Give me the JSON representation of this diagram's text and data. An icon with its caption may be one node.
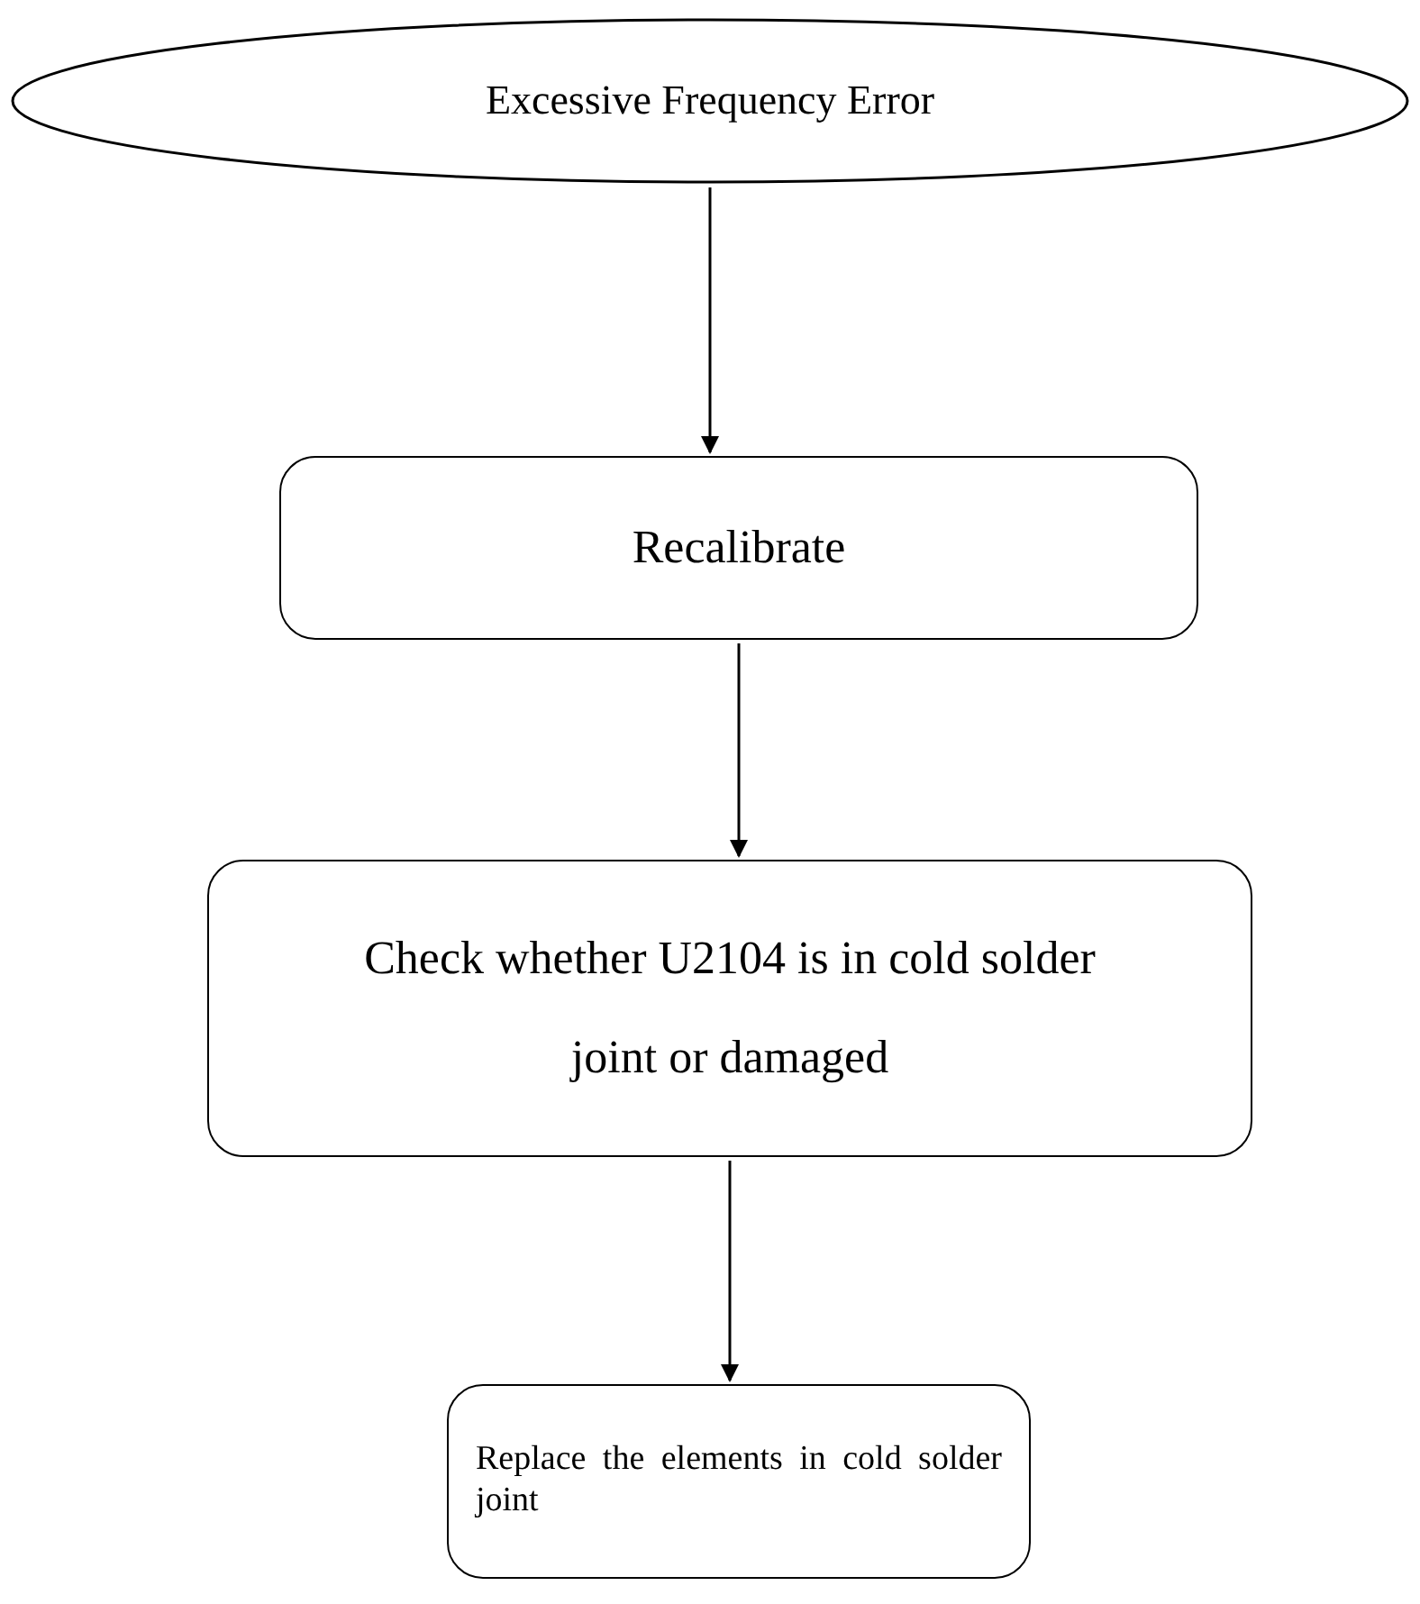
{
  "diagram": {
    "nodes": [
      {
        "text": [
          "Excessive Frequency Error"
        ]
      },
      {
        "text": [
          "Recalibrate"
        ]
      },
      {
        "text": [
          "Check whether U2104 is in cold solder joint or damaged"
        ]
      },
      {
        "text": [
          "Replace the elements in cold solder joint"
        ]
      }
    ],
    "edges": [
      {
        "from": 0,
        "to": 1,
        "arrow": "to"
      },
      {
        "from": 1,
        "to": 2,
        "arrow": "to"
      },
      {
        "from": 2,
        "to": 3,
        "arrow": "to"
      }
    ]
  }
}
